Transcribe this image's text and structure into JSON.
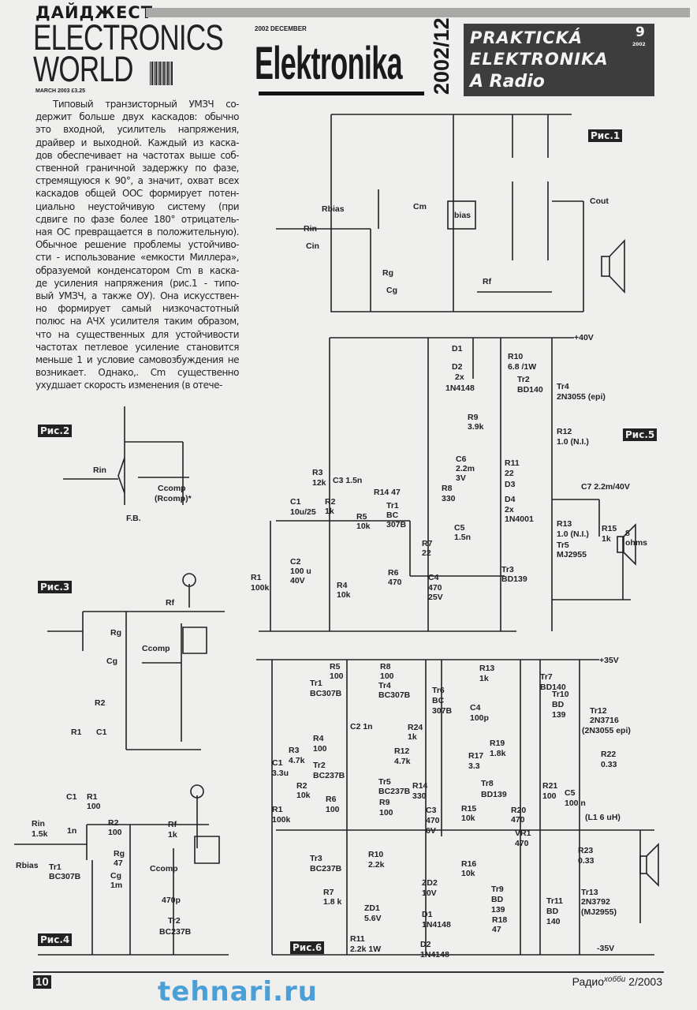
{
  "header": {
    "digest": "ДАЙДЖЕСТ",
    "ew_line1": "ELECTRONICS",
    "ew_line2": "WORLD",
    "ew_date": "MARCH 2003 £3.25",
    "elk_date": "2002 DECEMBER",
    "elk_title": "Elektronika",
    "elk_issue": "2002/12",
    "pe_line1": "PRAKTICKÁ",
    "pe_line2": "ELEKTRONIKA",
    "pe_line3": "A Radio",
    "pe_num": "9",
    "pe_year": "2002"
  },
  "article": {
    "lines": [
      "Типовый транзисторный УМЗЧ со-",
      "держит больше двух каскадов: обычно",
      "это входной, усилитель напряжения,",
      "драйвер и выходной. Каждый из каска-",
      "дов обеспечивает на частотах выше соб-",
      "ственной граничной задержку по фазе,",
      "стремящуюся к 90°, а значит, охват всех",
      "каскадов общей ООС формирует потен-",
      "циально неустойчивую систему (при",
      "сдвиге по фазе более 180° отрицатель-",
      "ная ОС превращается в положительную).",
      "Обычное решение проблемы устойчиво-",
      "сти - использование «емкости Миллера»,",
      "образуемой конденсатором Cm в каска-",
      "де усиления напряжения (рис.1 - типо-",
      "вый УМЗЧ, а также ОУ). Она искусствен-",
      "но формирует самый низкочастотный",
      "полюс на АЧХ усилителя таким образом,",
      "что на существенных для устойчивости",
      "частотах петлевое усиление становится",
      "меньше 1 и условие самовозбуждения не",
      "возникает. Однако,. Cm существенно",
      "ухудшает скорость изменения (в отече-"
    ]
  },
  "figures": {
    "fig1": {
      "caption": "Рис.1",
      "labels": [
        "Rbias",
        "Rin",
        "Cin",
        "Cm",
        "bias",
        "Cout",
        "Rg",
        "Cg",
        "Rf"
      ]
    },
    "fig2": {
      "caption": "Рис.2",
      "labels": [
        "Rin",
        "Ccomp",
        "(Rcomp)*",
        "F.B."
      ]
    },
    "fig3": {
      "caption": "Рис.3",
      "labels": [
        "Rf",
        "Rg",
        "Cg",
        "Ccomp",
        "R2",
        "R1",
        "C1"
      ]
    },
    "fig4": {
      "caption": "Рис.4",
      "labels": [
        "C1",
        "R1",
        "1n",
        "100",
        "Rin",
        "1.5k",
        "R2",
        "100",
        "Rf",
        "1k",
        "Rbias",
        "Rg",
        "47",
        "Tr1",
        "BC307B",
        "Cg",
        "1m",
        "Ccomp",
        "470p",
        "Tr2",
        "BC237B"
      ]
    },
    "fig5": {
      "caption": "Рис.5",
      "labels": [
        "+40V",
        "D1",
        "D2",
        "2x",
        "1N4148",
        "R10",
        "6.8 /1W",
        "Tr2",
        "BD140",
        "Tr4",
        "2N3055 (epi)",
        "R9",
        "3.9k",
        "R12",
        "1.0 (N.I.)",
        "R3",
        "12k",
        "C6",
        "2.2m",
        "3V",
        "R11",
        "22",
        "D3",
        "C3 1.5n",
        "R14 47",
        "R8",
        "330",
        "C7 2.2m/40V",
        "C1",
        "10u/25",
        "R2",
        "1k",
        "Tr1",
        "BC",
        "307B",
        "D4",
        "2x",
        "1N4001",
        "R5",
        "10k",
        "C5",
        "1.5n",
        "R13",
        "1.0 (N.I.)",
        "R15",
        "1k",
        "R7",
        "22",
        "Tr5",
        "MJ2955",
        "8",
        "ohms",
        "C2",
        "100 u",
        "40V",
        "R1",
        "100k",
        "R6",
        "470",
        "C4",
        "470",
        "25V",
        "Tr3",
        "BD139",
        "R4",
        "10k"
      ]
    },
    "fig6": {
      "caption": "Рис.6",
      "labels": [
        "+35V",
        "R5",
        "100",
        "R8",
        "100",
        "R13",
        "1k",
        "Tr7",
        "BD140",
        "Tr1",
        "BC307B",
        "Tr4",
        "BC307B",
        "Tr6",
        "BC",
        "307B",
        "C4",
        "100p",
        "Tr10",
        "BD",
        "139",
        "Tr12",
        "2N3716",
        "(2N3055 epi)",
        "R24",
        "1k",
        "C2 1n",
        "R4",
        "100",
        "R19",
        "1.8k",
        "R17",
        "3.3",
        "R3",
        "4.7k",
        "R12",
        "4.7k",
        "R22",
        "0.33",
        "C1",
        "3.3u",
        "Tr2",
        "BC237B",
        "Tr5",
        "BC237B",
        "R2",
        "10k",
        "R14",
        "330",
        "Tr8",
        "BD139",
        "R21",
        "100",
        "C5",
        "100 n",
        "R6",
        "100",
        "R9",
        "100",
        "R1",
        "100k",
        "C3",
        "470",
        "6V",
        "R15",
        "10k",
        "R20",
        "470",
        "(L1 6 uH)",
        "VR1",
        "470",
        "R23",
        "0.33",
        "Tr3",
        "BC237B",
        "R10",
        "2.2k",
        "R16",
        "10k",
        "ZD2",
        "10V",
        "R7",
        "1.8 k",
        "Tr9",
        "BD",
        "139",
        "Tr11",
        "BD",
        "140",
        "Tr13",
        "2N3792",
        "(MJ2955)",
        "ZD1",
        "5.6V",
        "D1",
        "1N4148",
        "R18",
        "47",
        "R11",
        "2.2k 1W",
        "D2",
        "1N4148",
        "-35V"
      ]
    }
  },
  "footer": {
    "page_number": "10",
    "magazine": "Радио",
    "magazine_sup": "хобби",
    "issue": "2/2003"
  },
  "watermark": "tehnari.ru"
}
